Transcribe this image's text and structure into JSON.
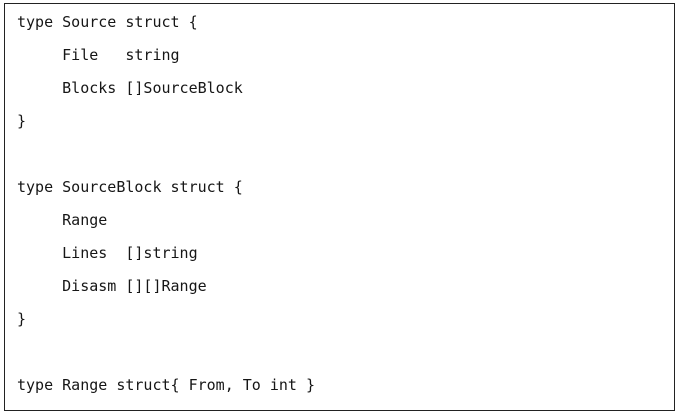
{
  "code_block": {
    "lines": [
      "type Source struct {",
      "     File   string",
      "     Blocks []SourceBlock",
      "}",
      "",
      "type SourceBlock struct {",
      "     Range",
      "     Lines  []string",
      "     Disasm [][]Range",
      "}",
      "",
      "type Range struct{ From, To int }"
    ]
  },
  "colors": {
    "background": "#ffffff",
    "border": "#222222",
    "text": "#161616"
  }
}
